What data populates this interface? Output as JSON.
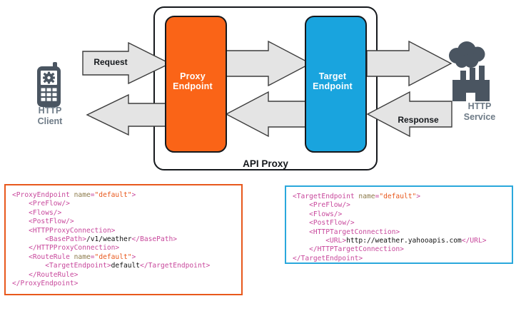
{
  "diagram": {
    "container_label": "API Proxy",
    "nodes": [
      {
        "id": "http-client",
        "caption": "HTTP\nClient",
        "icon": "mobile-phone-gear-icon",
        "color": "#4a5561"
      },
      {
        "id": "proxy-endpoint",
        "label": "Proxy\nEndpoint",
        "color": "#fa6417"
      },
      {
        "id": "target-endpoint",
        "label": "Target\nEndpoint",
        "color": "#19a4de"
      },
      {
        "id": "http-service",
        "caption": "HTTP\nService",
        "icon": "factory-cloud-icon",
        "color": "#4a5561"
      }
    ],
    "arrows": [
      {
        "id": "request-arrow",
        "label": "Request",
        "direction": "right"
      },
      {
        "id": "proxy-to-target-arrow",
        "label": "",
        "direction": "right"
      },
      {
        "id": "target-to-service-arrow",
        "label": "",
        "direction": "right"
      },
      {
        "id": "service-to-target-arrow",
        "label": "Response",
        "direction": "left"
      },
      {
        "id": "target-to-proxy-arrow",
        "label": "",
        "direction": "left"
      },
      {
        "id": "proxy-to-client-arrow",
        "label": "",
        "direction": "left"
      }
    ],
    "labels": {
      "request": "Request",
      "response": "Response",
      "proxy_endpoint": "Proxy Endpoint",
      "target_endpoint": "Target Endpoint",
      "http_client": "HTTP Client",
      "http_service": "HTTP Service"
    },
    "colors": {
      "proxy_endpoint": "#fa6417",
      "target_endpoint": "#19a4de",
      "arrow_fill": "#e4e4e4",
      "arrow_stroke": "#3c3c3c",
      "icon": "#4a5561",
      "caption_text": "#6d7a86"
    }
  },
  "code_panels": {
    "proxy": {
      "border_color": "#e8581c",
      "lines": [
        [
          {
            "t": "tag",
            "s": "<ProxyEndpoint "
          },
          {
            "t": "attr",
            "s": "name"
          },
          {
            "t": "eq",
            "s": "="
          },
          {
            "t": "val",
            "s": "\"default\""
          },
          {
            "t": "tag",
            "s": ">"
          }
        ],
        [
          {
            "t": "txt",
            "s": "    "
          },
          {
            "t": "tag",
            "s": "<PreFlow/>"
          }
        ],
        [
          {
            "t": "txt",
            "s": "    "
          },
          {
            "t": "tag",
            "s": "<Flows/>"
          }
        ],
        [
          {
            "t": "txt",
            "s": "    "
          },
          {
            "t": "tag",
            "s": "<PostFlow/>"
          }
        ],
        [
          {
            "t": "txt",
            "s": "    "
          },
          {
            "t": "tag",
            "s": "<HTTPProxyConnection>"
          }
        ],
        [
          {
            "t": "txt",
            "s": "        "
          },
          {
            "t": "tag",
            "s": "<BasePath>"
          },
          {
            "t": "txt",
            "s": "/v1/weather"
          },
          {
            "t": "tag",
            "s": "</BasePath>"
          }
        ],
        [
          {
            "t": "txt",
            "s": "    "
          },
          {
            "t": "tag",
            "s": "</HTTPProxyConnection>"
          }
        ],
        [
          {
            "t": "txt",
            "s": "    "
          },
          {
            "t": "tag",
            "s": "<RouteRule "
          },
          {
            "t": "attr",
            "s": "name"
          },
          {
            "t": "eq",
            "s": "="
          },
          {
            "t": "val",
            "s": "\"default\""
          },
          {
            "t": "tag",
            "s": ">"
          }
        ],
        [
          {
            "t": "txt",
            "s": "        "
          },
          {
            "t": "tag",
            "s": "<TargetEndpoint>"
          },
          {
            "t": "txt",
            "s": "default"
          },
          {
            "t": "tag",
            "s": "</TargetEndpoint>"
          }
        ],
        [
          {
            "t": "txt",
            "s": "    "
          },
          {
            "t": "tag",
            "s": "</RouteRule>"
          }
        ],
        [
          {
            "t": "tag",
            "s": "</ProxyEndpoint>"
          }
        ]
      ]
    },
    "target": {
      "border_color": "#2aa8dc",
      "lines": [
        [
          {
            "t": "tag",
            "s": "<TargetEndpoint "
          },
          {
            "t": "attr",
            "s": "name"
          },
          {
            "t": "eq",
            "s": "="
          },
          {
            "t": "val",
            "s": "\"default\""
          },
          {
            "t": "tag",
            "s": ">"
          }
        ],
        [
          {
            "t": "txt",
            "s": "    "
          },
          {
            "t": "tag",
            "s": "<PreFlow/>"
          }
        ],
        [
          {
            "t": "txt",
            "s": "    "
          },
          {
            "t": "tag",
            "s": "<Flows/>"
          }
        ],
        [
          {
            "t": "txt",
            "s": "    "
          },
          {
            "t": "tag",
            "s": "<PostFlow/>"
          }
        ],
        [
          {
            "t": "txt",
            "s": "    "
          },
          {
            "t": "tag",
            "s": "<HTTPTargetConnection>"
          }
        ],
        [
          {
            "t": "txt",
            "s": "        "
          },
          {
            "t": "tag",
            "s": "<URL>"
          },
          {
            "t": "txt",
            "s": "http://weather.yahooapis.com"
          },
          {
            "t": "tag",
            "s": "</URL>"
          }
        ],
        [
          {
            "t": "txt",
            "s": "    "
          },
          {
            "t": "tag",
            "s": "</HTTPTargetConnection>"
          }
        ],
        [
          {
            "t": "tag",
            "s": "</TargetEndpoint>"
          }
        ]
      ]
    }
  }
}
